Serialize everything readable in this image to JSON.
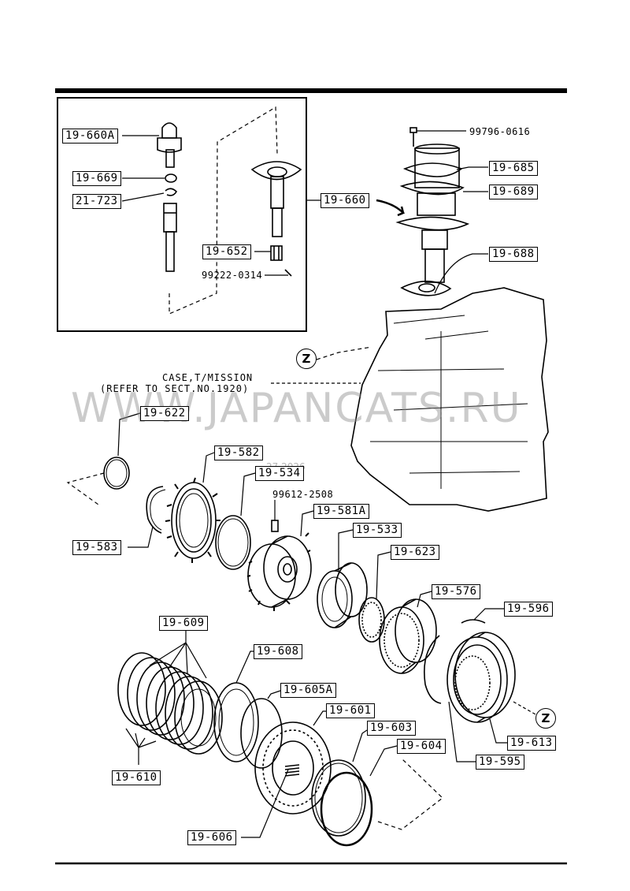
{
  "labels": {
    "p19_660A": "19-660A",
    "p19_669": "19-669",
    "p21_723": "21-723",
    "p19_652": "19-652",
    "p99222": "99222-0314",
    "p19_660": "19-660",
    "p99796": "99796-0616",
    "p19_685": "19-685",
    "p19_689": "19-689",
    "p19_688": "19-688",
    "p19_622": "19-622",
    "p19_582": "19-582",
    "p19_534": "19-534",
    "p99612": "99612-2508",
    "p19_581A": "19-581A",
    "p19_533": "19-533",
    "p19_623": "19-623",
    "p19_583": "19-583",
    "p19_576": "19-576",
    "p19_596": "19-596",
    "p19_609": "19-609",
    "p19_608": "19-608",
    "p19_605A": "19-605A",
    "p19_601": "19-601",
    "p19_603": "19-603",
    "p19_604": "19-604",
    "p19_610": "19-610",
    "p19_606": "19-606",
    "p19_613": "19-613",
    "p19_595": "19-595"
  },
  "case_note": {
    "line1": "CASE,T/MISSION",
    "line2": "(REFER TO SECT.NO.1920)"
  },
  "ref_marker": "Z",
  "watermark": {
    "main": "WWW.JAPANCATS.RU",
    "small": "27.2026"
  }
}
